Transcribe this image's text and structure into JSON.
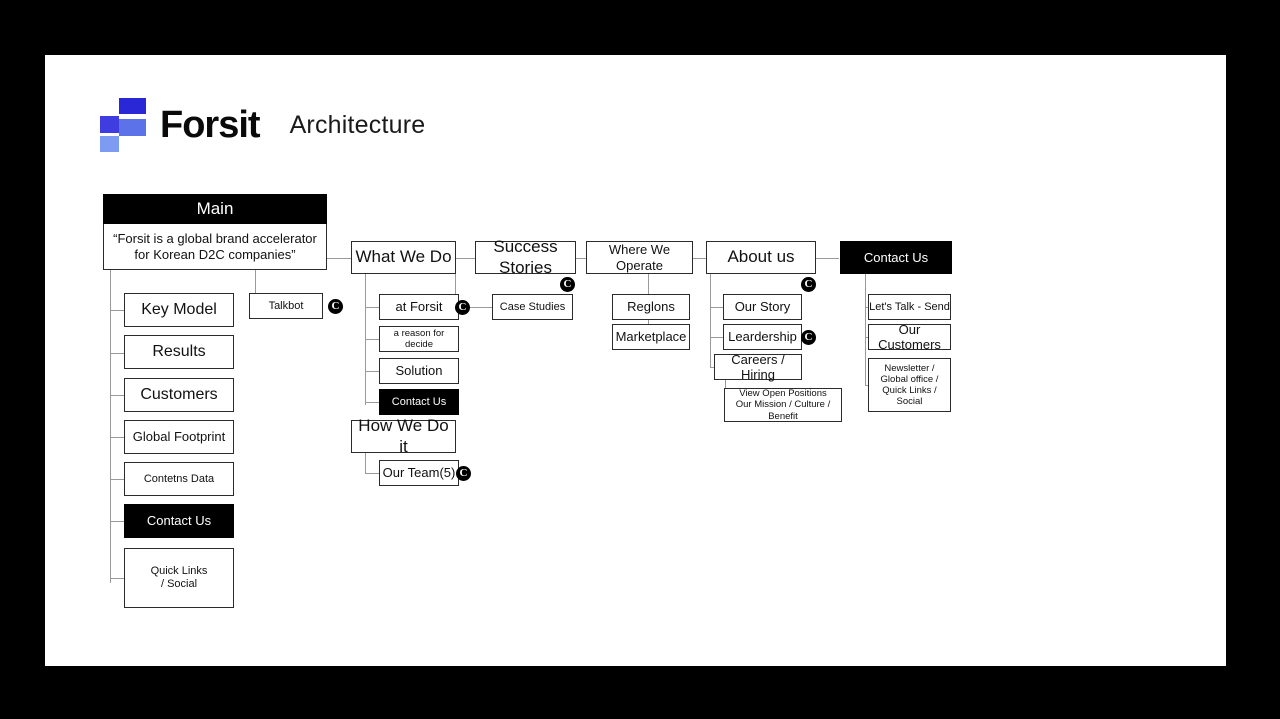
{
  "header": {
    "brand": "Forsit",
    "subtitle": "Architecture",
    "logo_colors": [
      "#2a27d6",
      "#3f3de0",
      "#5b72e8",
      "#7e9bf2"
    ]
  },
  "colors": {
    "page_background": "#000000",
    "canvas": "#ffffff",
    "node_border": "#2b2b2b",
    "node_dark": "#000000",
    "connector": "#9a9a9a"
  },
  "diagram": {
    "type": "sitemap-tree",
    "main": {
      "title": "Main",
      "tagline": "“Forsit is a global brand accelerator\nfor Korean D2C companies”",
      "children": [
        {
          "label": "Key Model"
        },
        {
          "label": "Results"
        },
        {
          "label": "Customers"
        },
        {
          "label": "Global Footprint"
        },
        {
          "label": "Contetns Data"
        },
        {
          "label": "Contact Us",
          "dark": true
        },
        {
          "label": "Quick Links\n/ Social"
        }
      ],
      "side_child": {
        "label": "Talkbot",
        "badge": "C"
      }
    },
    "columns": [
      {
        "title": "What We Do",
        "children": [
          {
            "label": "at Forsit",
            "badge": "C"
          },
          {
            "label": "a reason for decide"
          },
          {
            "label": "Solution"
          },
          {
            "label": "Contact Us",
            "dark": true
          }
        ],
        "sub_section": {
          "title": "How We Do it",
          "children": [
            {
              "label": "Our Team(5)",
              "badge": "C"
            }
          ]
        }
      },
      {
        "title": "Success Stories",
        "badge": "C",
        "children": [
          {
            "label": "Case Studies"
          }
        ]
      },
      {
        "title": "Where We Operate",
        "children": [
          {
            "label": "Reglons"
          },
          {
            "label": "Marketplace"
          }
        ]
      },
      {
        "title": "About us",
        "badge": "C",
        "children": [
          {
            "label": "Our Story"
          },
          {
            "label": "Leardership",
            "badge": "C"
          },
          {
            "label": "Careers / Hiring"
          }
        ],
        "leaf": {
          "label": "View Open Positions\nOur Mission / Culture / Benefit"
        }
      },
      {
        "title": "Contact Us",
        "dark": true,
        "children": [
          {
            "label": "Let's Talk - Send"
          },
          {
            "label": "Our Customers"
          },
          {
            "label": "Newsletter /\nGlobal office /\nQuick Links /\nSocial"
          }
        ]
      }
    ]
  }
}
